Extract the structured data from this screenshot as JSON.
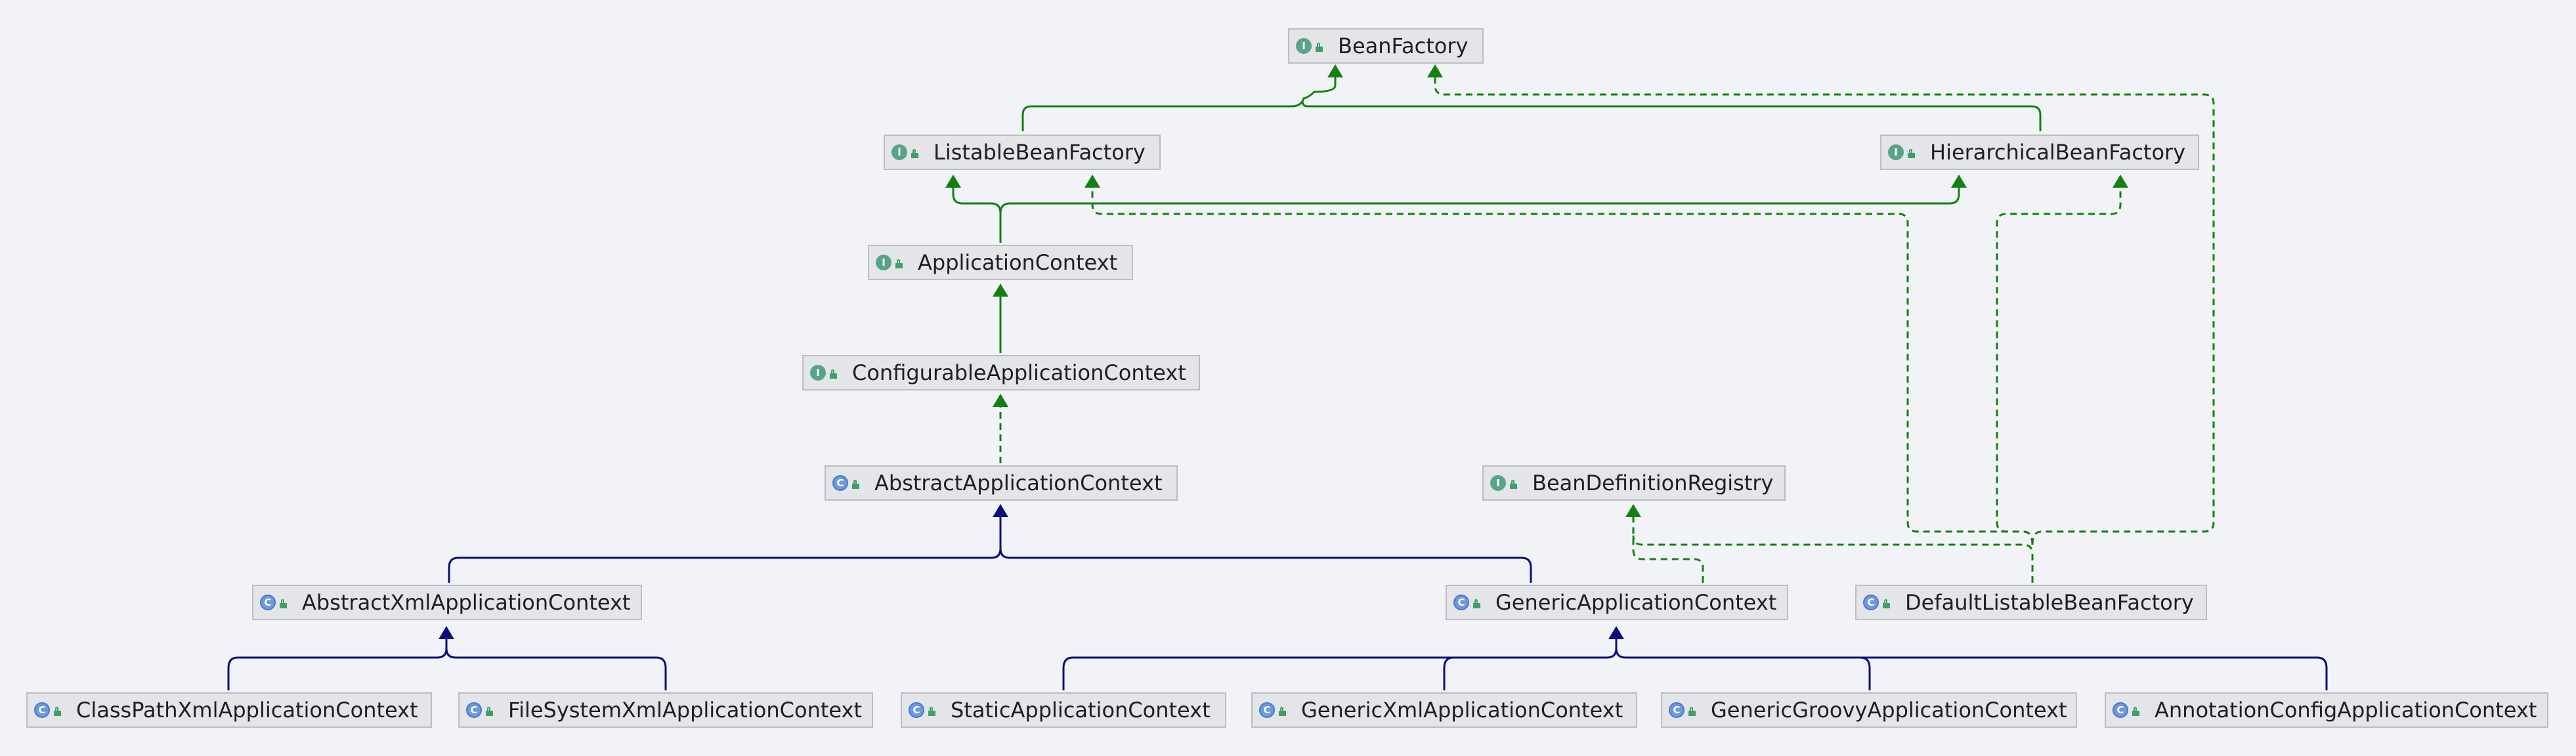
{
  "colors": {
    "background": "#f2f3f6",
    "interface_extends": "#128012",
    "implements": "#128012",
    "class_extends": "#0c0c80"
  },
  "nodes": {
    "BeanFactory": {
      "label": "BeanFactory",
      "kind": "interface",
      "kind_letter": "I"
    },
    "ListableBeanFactory": {
      "label": "ListableBeanFactory",
      "kind": "interface",
      "kind_letter": "I"
    },
    "HierarchicalBeanFactory": {
      "label": "HierarchicalBeanFactory",
      "kind": "interface",
      "kind_letter": "I"
    },
    "ApplicationContext": {
      "label": "ApplicationContext",
      "kind": "interface",
      "kind_letter": "I"
    },
    "ConfigurableApplicationContext": {
      "label": "ConfigurableApplicationContext",
      "kind": "interface",
      "kind_letter": "I"
    },
    "AbstractApplicationContext": {
      "label": "AbstractApplicationContext",
      "kind": "abstract-class",
      "kind_letter": "C"
    },
    "BeanDefinitionRegistry": {
      "label": "BeanDefinitionRegistry",
      "kind": "interface",
      "kind_letter": "I"
    },
    "AbstractXmlApplicationContext": {
      "label": "AbstractXmlApplicationContext",
      "kind": "abstract-class",
      "kind_letter": "C"
    },
    "GenericApplicationContext": {
      "label": "GenericApplicationContext",
      "kind": "class",
      "kind_letter": "C"
    },
    "DefaultListableBeanFactory": {
      "label": "DefaultListableBeanFactory",
      "kind": "class",
      "kind_letter": "C"
    },
    "ClassPathXmlApplicationContext": {
      "label": "ClassPathXmlApplicationContext",
      "kind": "class",
      "kind_letter": "C"
    },
    "FileSystemXmlApplicationContext": {
      "label": "FileSystemXmlApplicationContext",
      "kind": "class",
      "kind_letter": "C"
    },
    "StaticApplicationContext": {
      "label": "StaticApplicationContext",
      "kind": "class",
      "kind_letter": "C"
    },
    "GenericXmlApplicationContext": {
      "label": "GenericXmlApplicationContext",
      "kind": "class",
      "kind_letter": "C"
    },
    "GenericGroovyApplicationContext": {
      "label": "GenericGroovyApplicationContext",
      "kind": "class",
      "kind_letter": "C"
    },
    "AnnotationConfigApplicationContext": {
      "label": "AnnotationConfigApplicationContext",
      "kind": "class",
      "kind_letter": "C"
    }
  },
  "edges": [
    {
      "from": "ListableBeanFactory",
      "to": "BeanFactory",
      "type": "extends"
    },
    {
      "from": "HierarchicalBeanFactory",
      "to": "BeanFactory",
      "type": "extends"
    },
    {
      "from": "ApplicationContext",
      "to": "ListableBeanFactory",
      "type": "extends"
    },
    {
      "from": "ApplicationContext",
      "to": "HierarchicalBeanFactory",
      "type": "extends"
    },
    {
      "from": "ConfigurableApplicationContext",
      "to": "ApplicationContext",
      "type": "extends"
    },
    {
      "from": "AbstractApplicationContext",
      "to": "ConfigurableApplicationContext",
      "type": "implements"
    },
    {
      "from": "AbstractXmlApplicationContext",
      "to": "AbstractApplicationContext",
      "type": "extends"
    },
    {
      "from": "GenericApplicationContext",
      "to": "AbstractApplicationContext",
      "type": "extends"
    },
    {
      "from": "GenericApplicationContext",
      "to": "BeanDefinitionRegistry",
      "type": "implements"
    },
    {
      "from": "DefaultListableBeanFactory",
      "to": "BeanDefinitionRegistry",
      "type": "implements"
    },
    {
      "from": "DefaultListableBeanFactory",
      "to": "ListableBeanFactory",
      "type": "implements"
    },
    {
      "from": "DefaultListableBeanFactory",
      "to": "HierarchicalBeanFactory",
      "type": "implements"
    },
    {
      "from": "DefaultListableBeanFactory",
      "to": "BeanFactory",
      "type": "implements"
    },
    {
      "from": "ClassPathXmlApplicationContext",
      "to": "AbstractXmlApplicationContext",
      "type": "extends"
    },
    {
      "from": "FileSystemXmlApplicationContext",
      "to": "AbstractXmlApplicationContext",
      "type": "extends"
    },
    {
      "from": "StaticApplicationContext",
      "to": "GenericApplicationContext",
      "type": "extends"
    },
    {
      "from": "GenericXmlApplicationContext",
      "to": "GenericApplicationContext",
      "type": "extends"
    },
    {
      "from": "GenericGroovyApplicationContext",
      "to": "GenericApplicationContext",
      "type": "extends"
    },
    {
      "from": "AnnotationConfigApplicationContext",
      "to": "GenericApplicationContext",
      "type": "extends"
    }
  ]
}
